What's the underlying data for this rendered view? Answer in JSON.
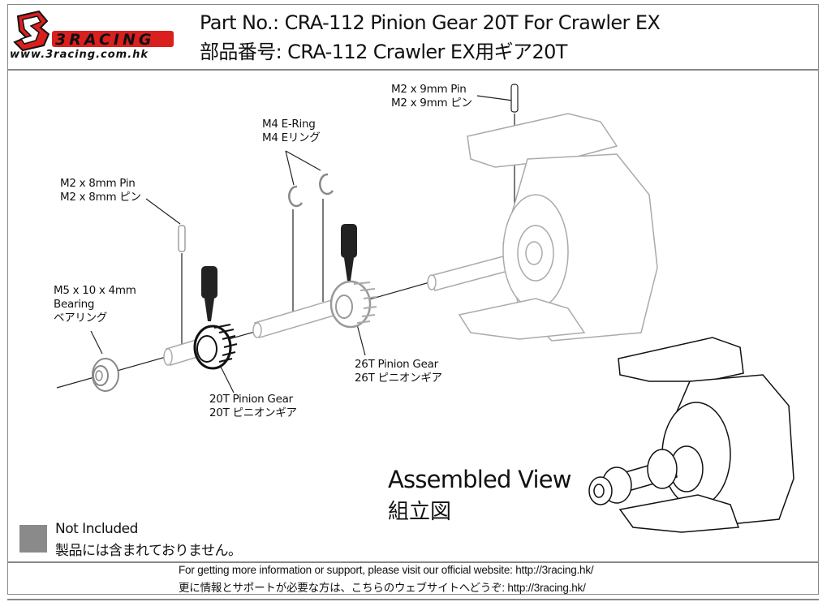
{
  "header": {
    "brand": "3RACING",
    "brand_url": "www.3racing.com.hk",
    "title_en": "Part No.: CRA-112  Pinion Gear 20T For Crawler EX",
    "title_jp": "部品番号: CRA-112  Crawler EX用ギア20T"
  },
  "parts": [
    {
      "id": "m2x9-pin",
      "en": "M2 x 9mm Pin",
      "jp": "M2 x 9mm ピン"
    },
    {
      "id": "m4-e-ring",
      "en": "M4 E-Ring",
      "jp": "M4 Eリング"
    },
    {
      "id": "m2x8-pin",
      "en": "M2 x 8mm Pin",
      "jp": "M2 x 8mm ピン"
    },
    {
      "id": "bearing",
      "en": "M5 x 10 x 4mm",
      "en2": "Bearing",
      "jp": "ベアリング"
    },
    {
      "id": "26t-gear",
      "en": "26T Pinion Gear",
      "jp": "26T ピニオンギア"
    },
    {
      "id": "20t-gear",
      "en": "20T Pinion Gear",
      "jp": "20T ピニオンギア"
    }
  ],
  "assembled": {
    "en": "Assembled View",
    "jp": "組立図"
  },
  "legend": {
    "color": "#8a8a8a",
    "en": "Not Included",
    "jp": "製品には含まれておりません。"
  },
  "footer": {
    "en": "For getting more information or support, please visit our official website: http://3racing.hk/",
    "jp": "更に情報とサポートが必要な方は、こちらのウェブサイトへどうぞ: http://3racing.hk/"
  },
  "colors": {
    "brand_red": "#d9201e",
    "border": "#888888",
    "ink": "#111111"
  }
}
